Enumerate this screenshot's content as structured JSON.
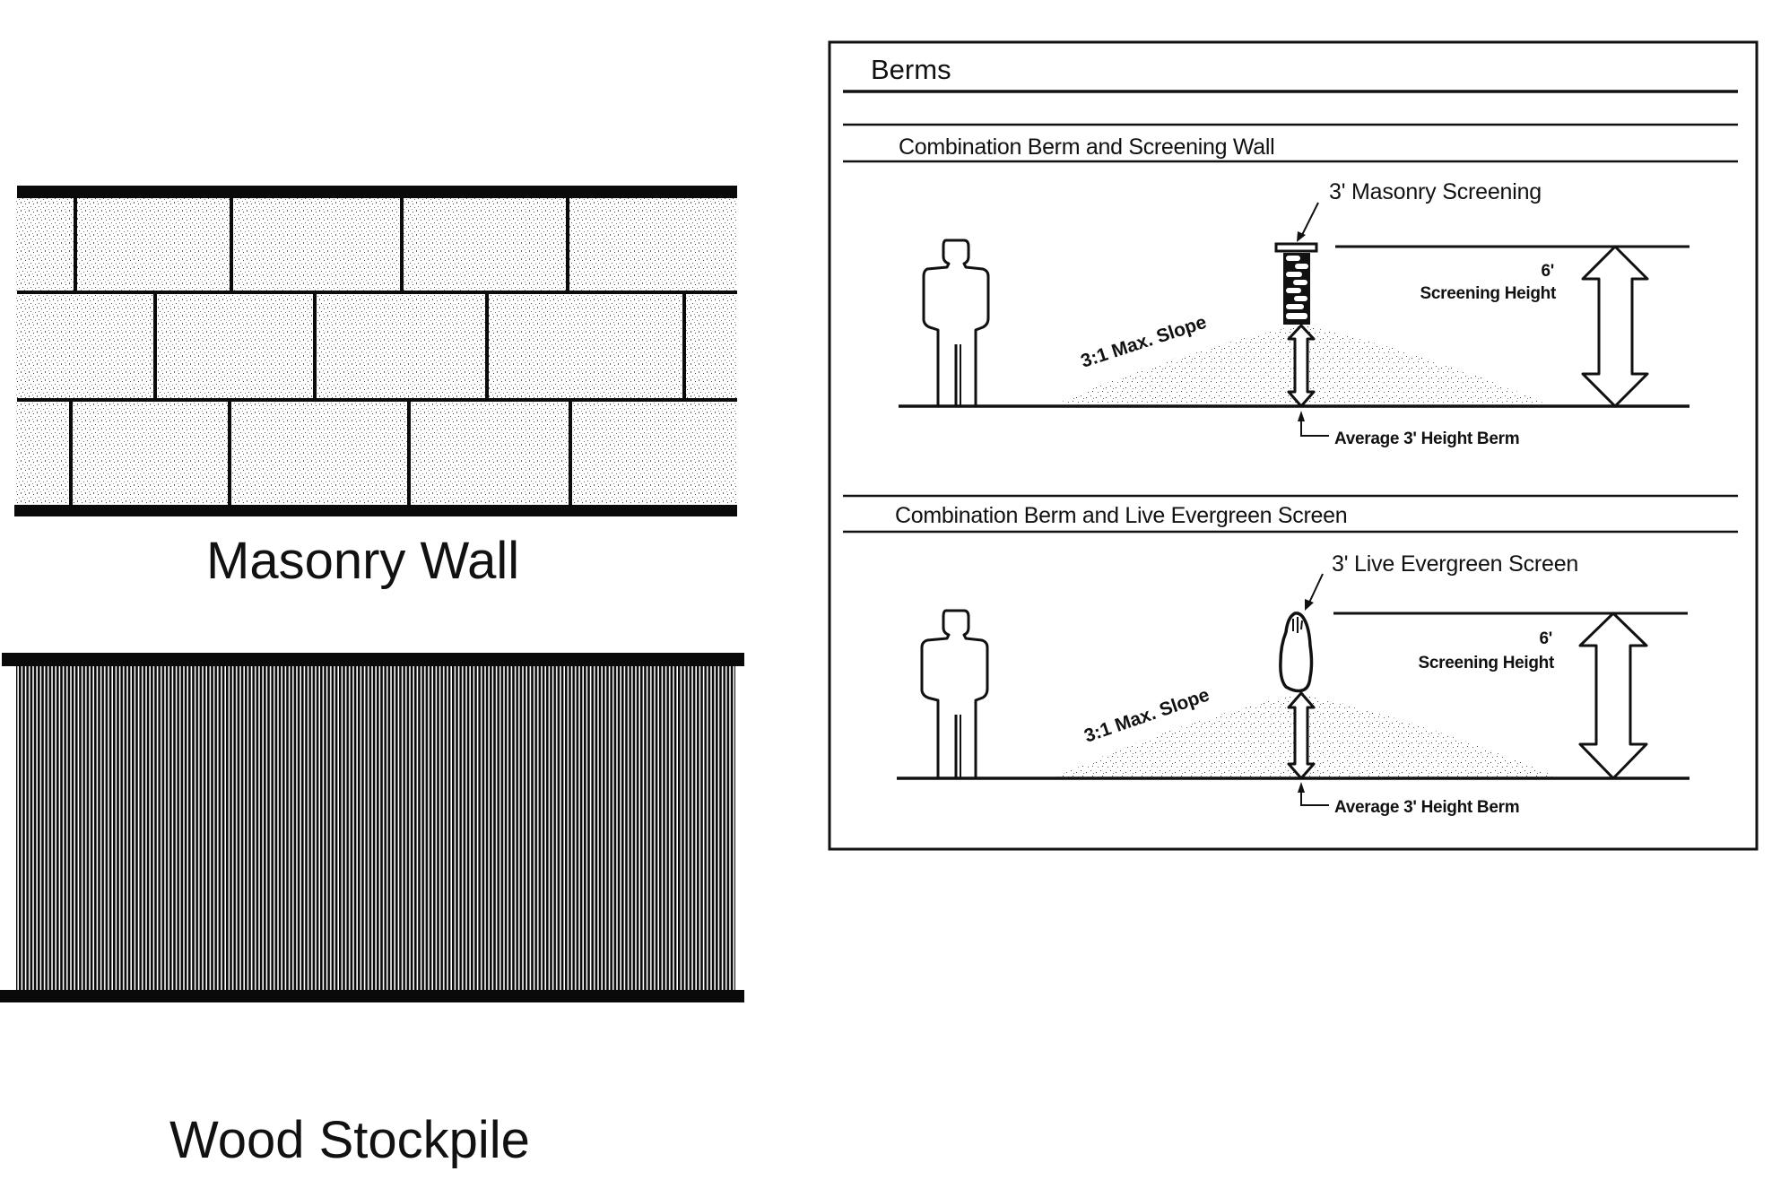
{
  "masonry_wall": {
    "label": "Masonry Wall",
    "course_count": 3
  },
  "wood_stockpile": {
    "label": "Wood Stockpile"
  },
  "berms_panel": {
    "title": "Berms",
    "sections": [
      {
        "heading": "Combination Berm and Screening Wall",
        "screen_callout": "3' Masonry Screening",
        "screen_type": "masonry",
        "height_value": "6'",
        "height_label": "Screening Height",
        "slope_label": "3:1 Max. Slope",
        "berm_label": "Average 3' Height Berm"
      },
      {
        "heading": "Combination Berm and Live Evergreen Screen",
        "screen_callout": "3' Live Evergreen Screen",
        "screen_type": "evergreen",
        "height_value": "6'",
        "height_label": "Screening Height",
        "slope_label": "3:1 Max. Slope",
        "berm_label": "Average 3' Height Berm"
      }
    ]
  }
}
